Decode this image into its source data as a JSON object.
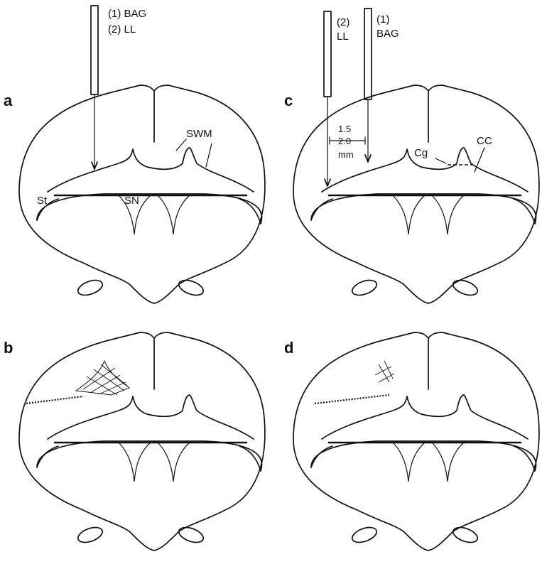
{
  "panels": {
    "a": {
      "letter": "a"
    },
    "b": {
      "letter": "b"
    },
    "c": {
      "letter": "c"
    },
    "d": {
      "letter": "d"
    }
  },
  "panel_a_labels": {
    "electrode_line1": "(1) BAG",
    "electrode_line2": "(2) LL",
    "swm": "SWM",
    "st": "St",
    "sn": "SN"
  },
  "panel_c_labels": {
    "electrode2_num": "(2)",
    "electrode2_name": "LL",
    "electrode1_num": "(1)",
    "electrode1_name": "BAG",
    "dist_1": "1.5",
    "dist_2": "2.0",
    "dist_unit": "mm",
    "cg": "Cg",
    "cc": "CC"
  },
  "colors": {
    "ink": "#111111",
    "background": "#ffffff"
  }
}
